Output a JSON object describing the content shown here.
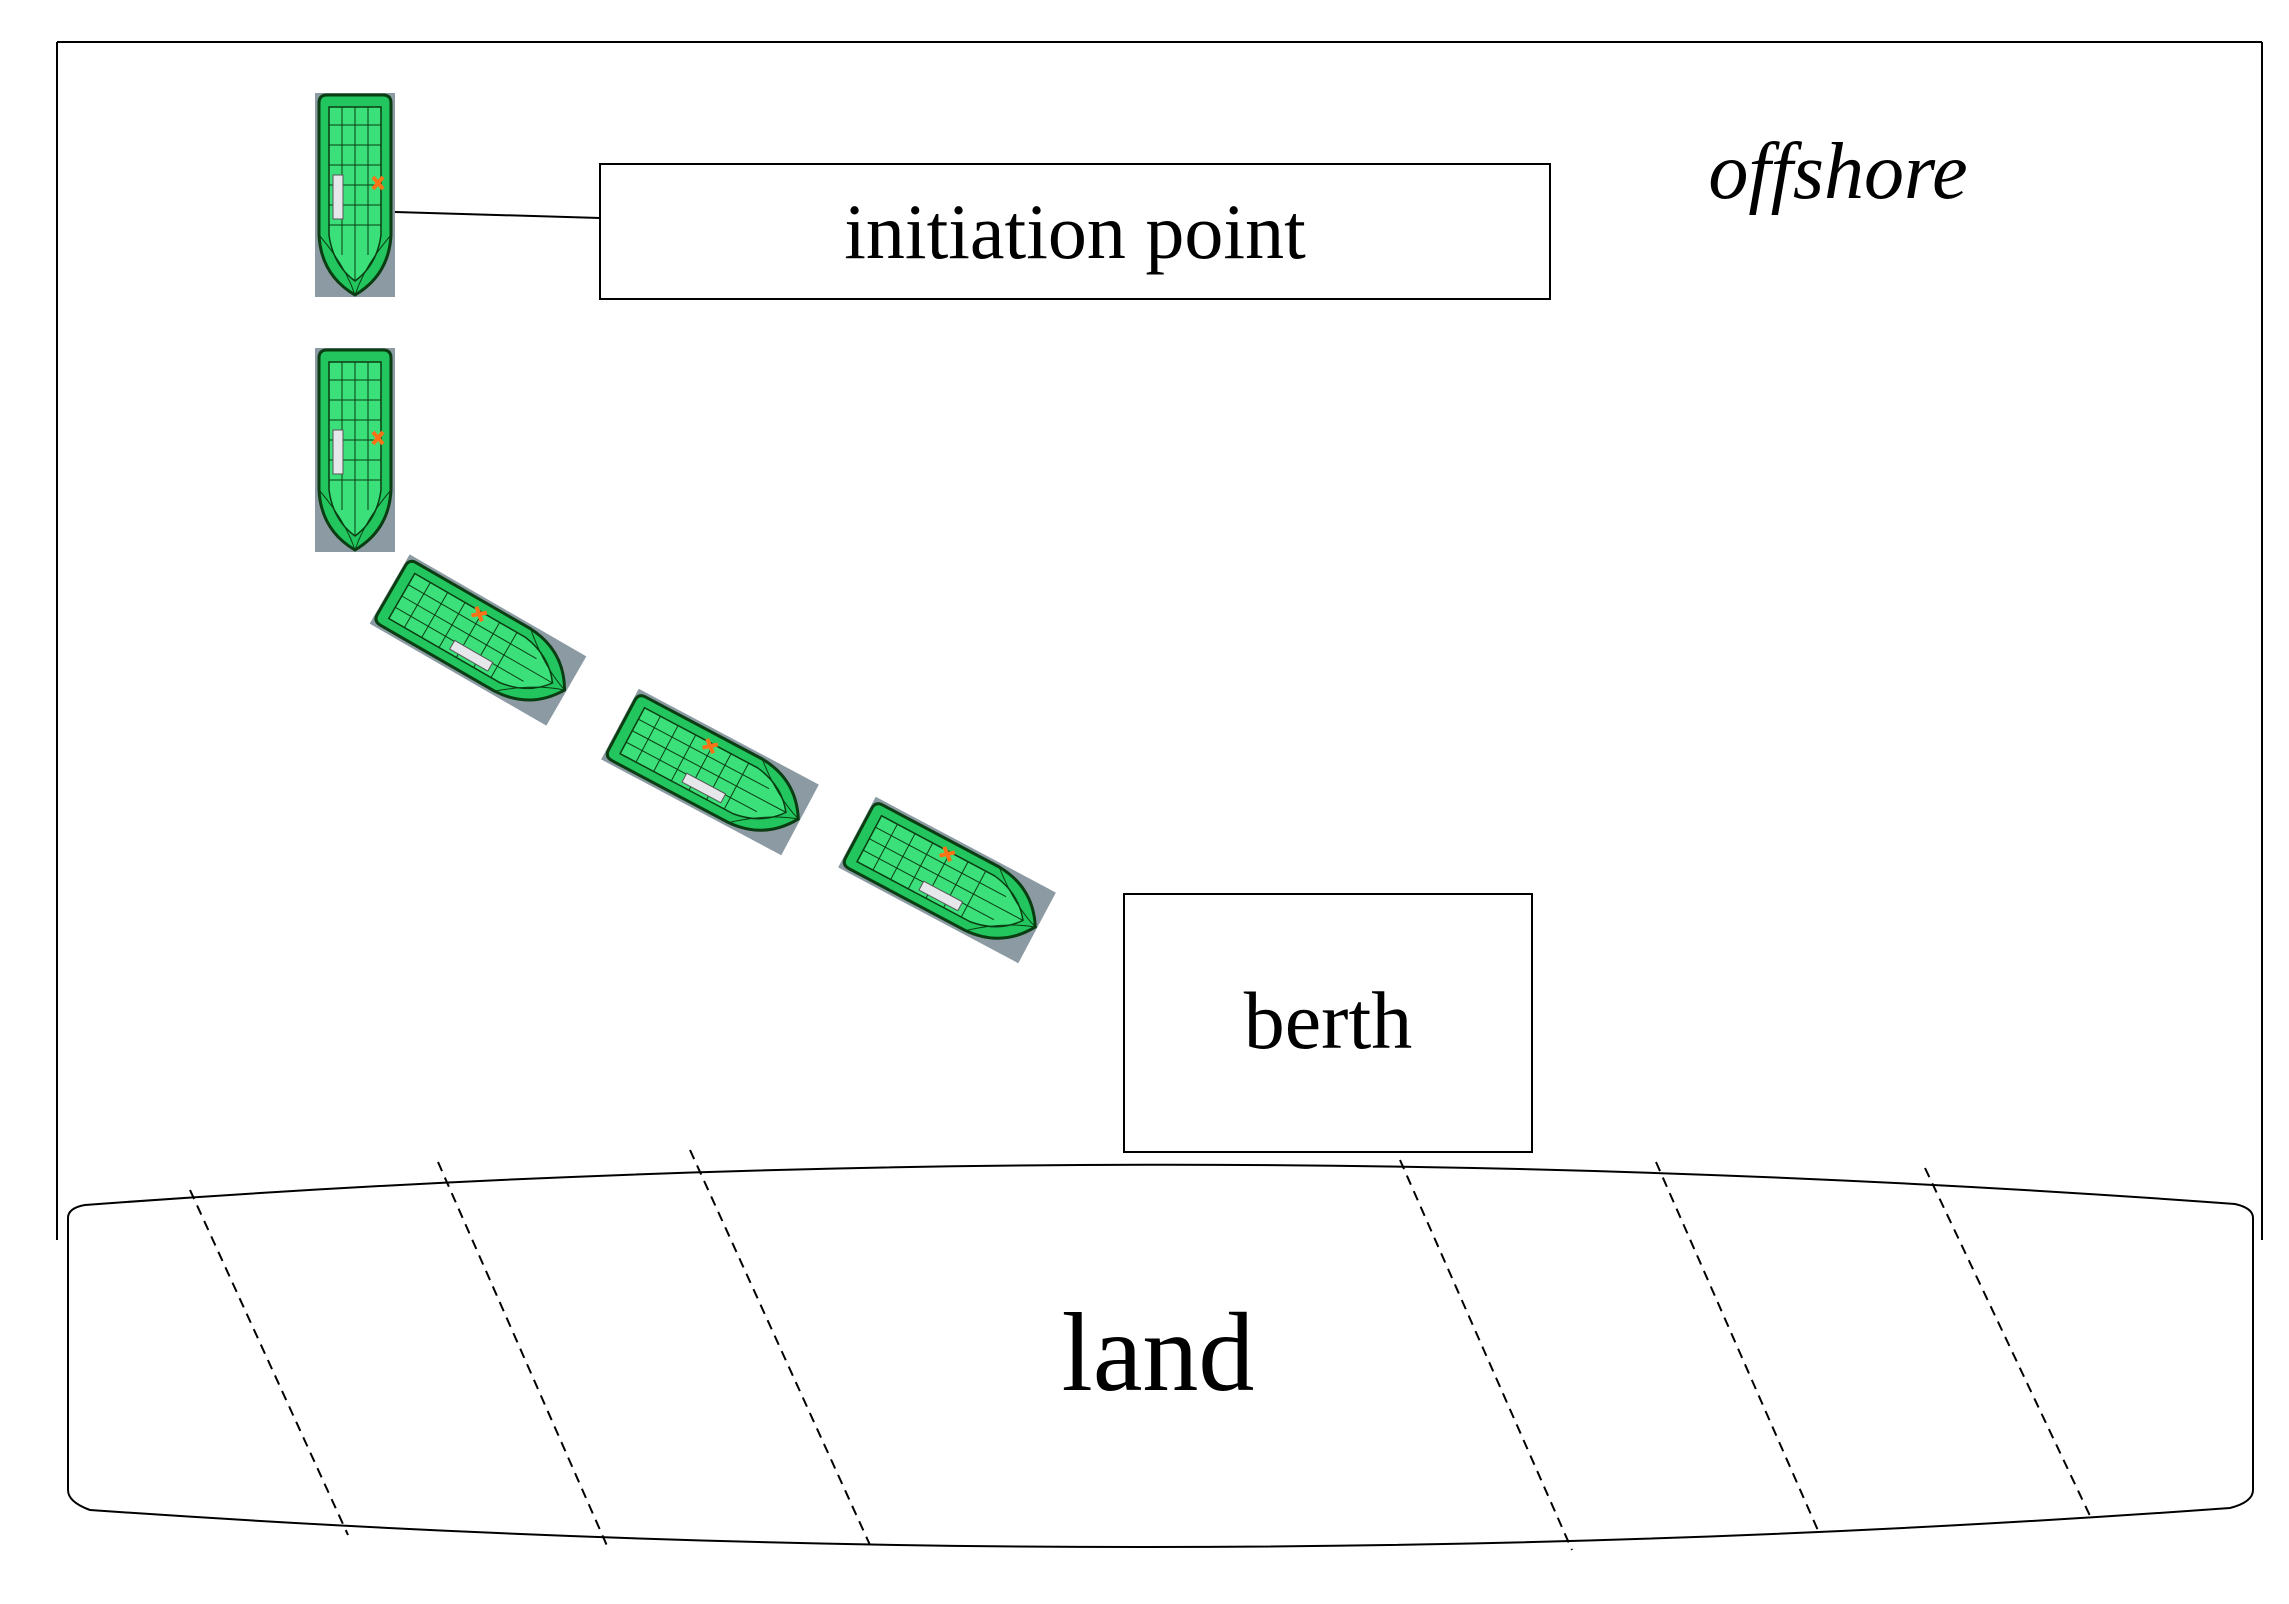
{
  "labels": {
    "offshore": "offshore",
    "initiation_point": "initiation point",
    "berth": "berth",
    "land": "land"
  },
  "boats": [
    {
      "id": "boat-1",
      "role": "initiation"
    },
    {
      "id": "boat-2"
    },
    {
      "id": "boat-3"
    },
    {
      "id": "boat-4"
    },
    {
      "id": "boat-5"
    }
  ],
  "colors": {
    "hull_green": "#22c55e",
    "hull_outline": "#0b3d12",
    "shadow_gray": "#8b9aa3",
    "line": "#000000"
  }
}
